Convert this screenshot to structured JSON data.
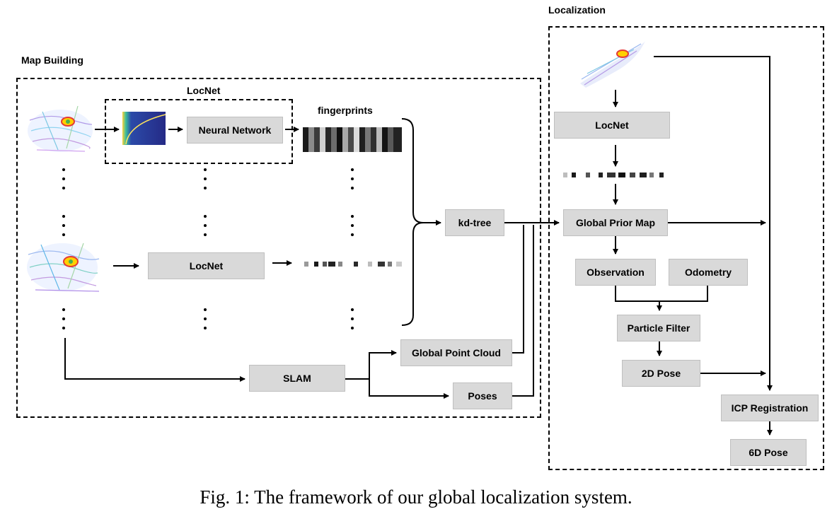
{
  "sections": {
    "map_building": "Map Building",
    "localization": "Localization",
    "locnet_group": "LocNet",
    "fingerprints": "fingerprints"
  },
  "nodes": {
    "neural_network": "Neural Network",
    "locnet_mid": "LocNet",
    "kd_tree": "kd-tree",
    "slam": "SLAM",
    "global_point_cloud": "Global Point Cloud",
    "poses": "Poses",
    "locnet_loc": "LocNet",
    "global_prior_map": "Global Prior Map",
    "observation": "Observation",
    "odometry": "Odometry",
    "particle_filter": "Particle Filter",
    "pose_2d": "2D Pose",
    "icp_registration": "ICP Registration",
    "pose_6d": "6D Pose"
  },
  "caption": "Fig. 1: The framework of our global localization system.",
  "colors": {
    "box_fill": "#d9d9d9",
    "line": "#000000",
    "heatmap": "#2b2f8f"
  }
}
